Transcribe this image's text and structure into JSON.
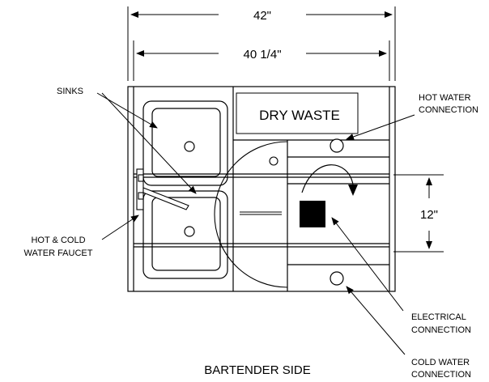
{
  "dimensions": {
    "overall_width": "42\"",
    "inner_width": "40 1/4\"",
    "depth_between": "12\""
  },
  "labels": {
    "sinks": "SINKS",
    "dry_waste": "DRY WASTE",
    "hot_water_line1": "HOT WATER",
    "hot_water_line2": "CONNECTION",
    "faucet_line1": "HOT & COLD",
    "faucet_line2": "WATER FAUCET",
    "electrical_line1": "ELECTRICAL",
    "electrical_line2": "CONNECTION",
    "cold_water_line1": "COLD WATER",
    "cold_water_line2": "CONNECTION",
    "bartender_side": "BARTENDER SIDE"
  }
}
